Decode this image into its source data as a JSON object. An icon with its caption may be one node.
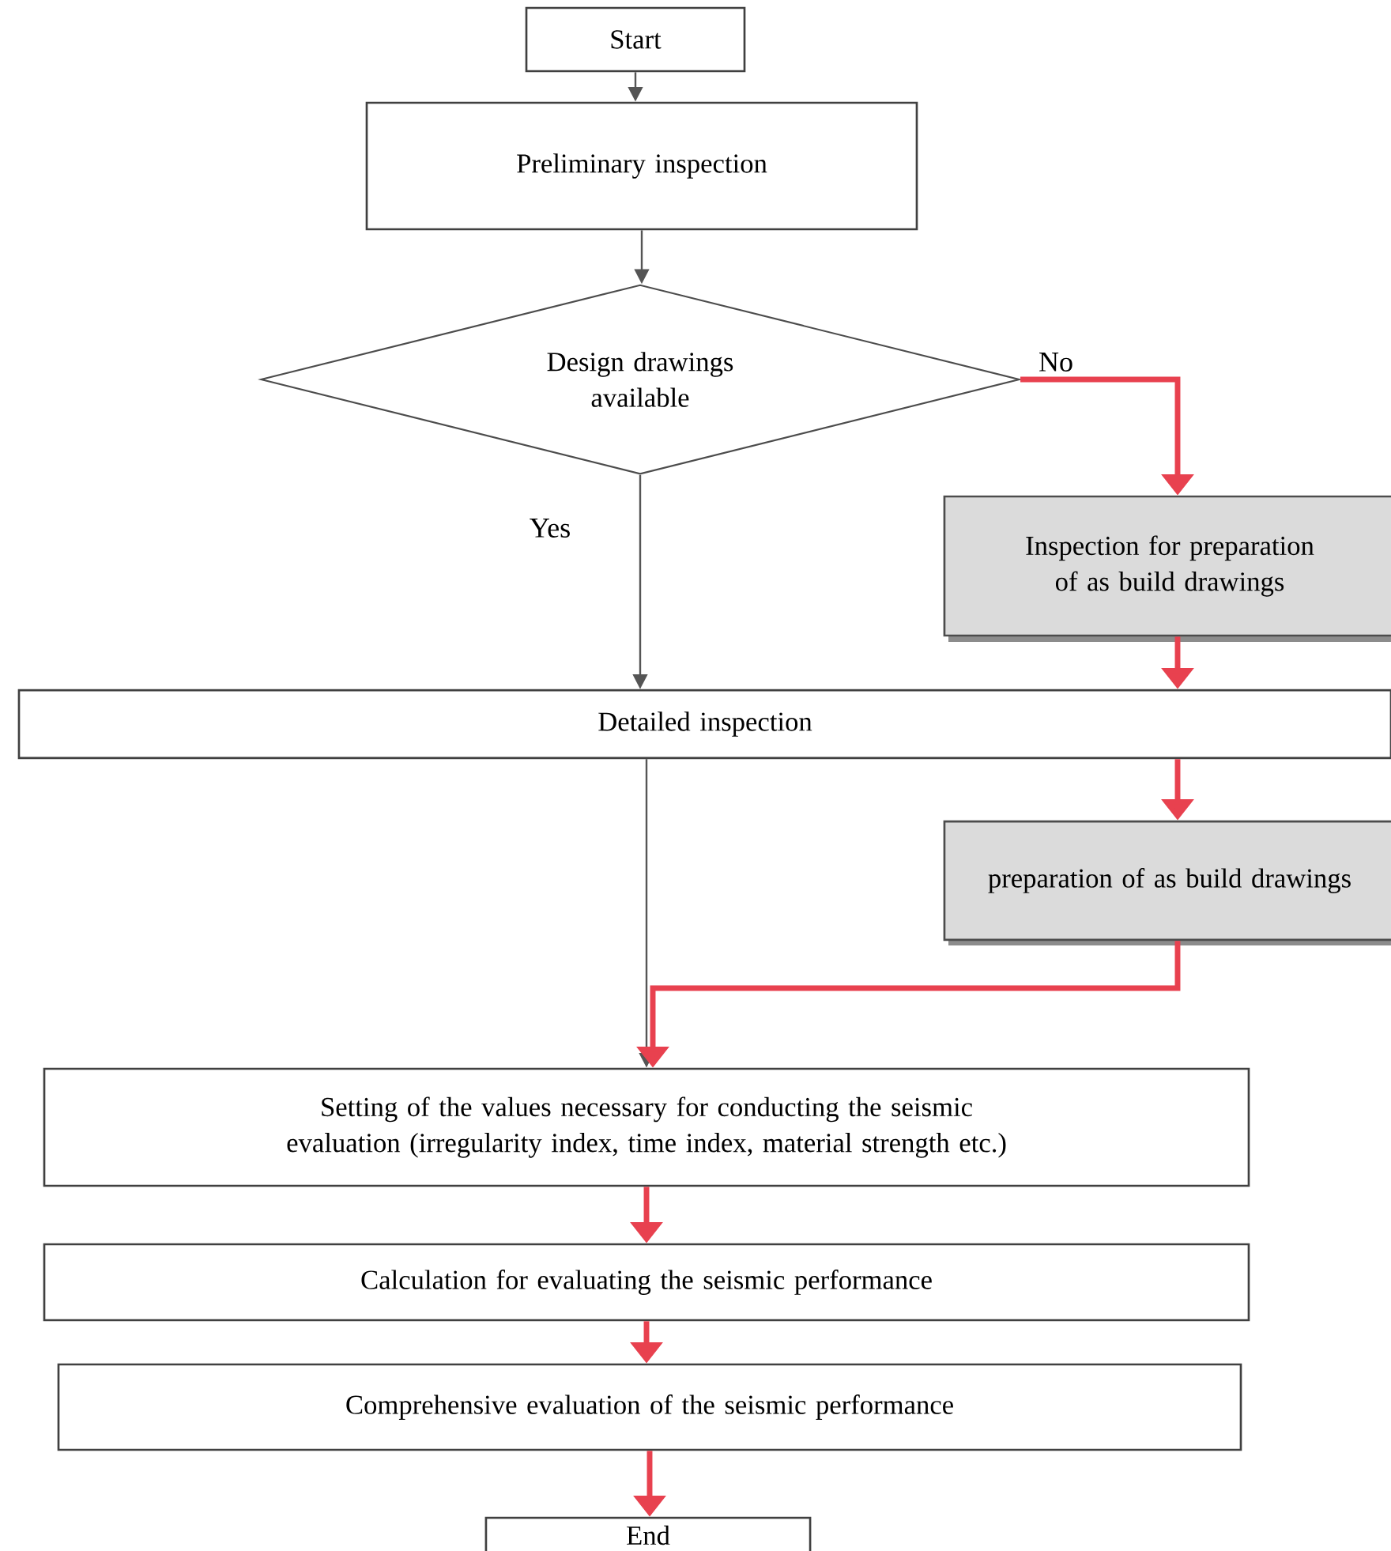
{
  "diagram": {
    "nodes": [
      {
        "text": [
          "Start"
        ]
      },
      {
        "text": [
          "Preliminary inspection"
        ]
      },
      {
        "text": [
          "Design drawings available"
        ]
      },
      {
        "text": [
          "Inspection for preparation of as build drawings"
        ]
      },
      {
        "text": [
          "Detailed inspection"
        ]
      },
      {
        "text": [
          "preparation of as build drawings"
        ]
      },
      {
        "text": [
          "Setting of the values necessary for conducting the seismic evaluation (irregularity index, time index, material strength etc.)"
        ]
      },
      {
        "text": [
          "Calculation for evaluating the seismic performance"
        ]
      },
      {
        "text": [
          "Comprehensive evaluation of the seismic performance"
        ]
      },
      {
        "text": [
          "End"
        ]
      }
    ],
    "edges": [
      {
        "from": 0,
        "to": 1,
        "arrow": "to",
        "color": "#555555"
      },
      {
        "from": 1,
        "to": 2,
        "arrow": "to",
        "color": "#555555"
      },
      {
        "from": 2,
        "to": 3,
        "arrow": "to",
        "label": "No"
      },
      {
        "from": 2,
        "to": 4,
        "arrow": "to",
        "label": "Yes",
        "color": "#555555"
      },
      {
        "from": 3,
        "to": 4,
        "arrow": "to"
      },
      {
        "from": 4,
        "to": 5,
        "arrow": "to"
      },
      {
        "from": 4,
        "to": 6,
        "arrow": "to",
        "color": "#555555"
      },
      {
        "from": 5,
        "to": 6,
        "arrow": "to"
      },
      {
        "from": 6,
        "to": 7,
        "arrow": "to"
      },
      {
        "from": 7,
        "to": 8,
        "arrow": "to"
      },
      {
        "from": 8,
        "to": 9,
        "arrow": "to"
      }
    ]
  }
}
